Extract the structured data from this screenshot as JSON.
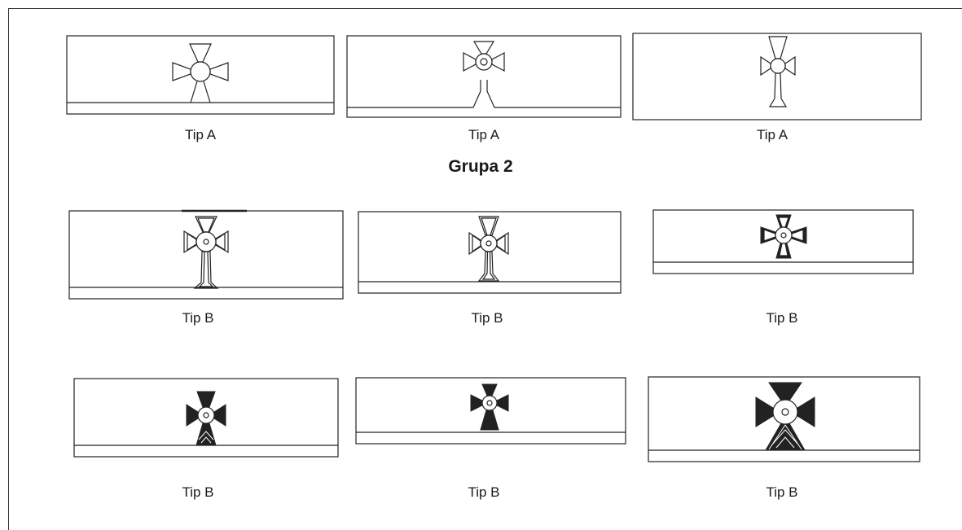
{
  "group_title": "Grupa 2",
  "rows": [
    {
      "row": 1,
      "labels": [
        "Tip A",
        "Tip A",
        "Tip A"
      ]
    },
    {
      "row": 2,
      "labels": [
        "Tip B",
        "Tip B",
        "Tip B"
      ]
    },
    {
      "row": 3,
      "labels": [
        "Tip B",
        "Tip B",
        "Tip B"
      ]
    }
  ],
  "line_color": "#222222",
  "icon_name": "cross-pattee-icon"
}
